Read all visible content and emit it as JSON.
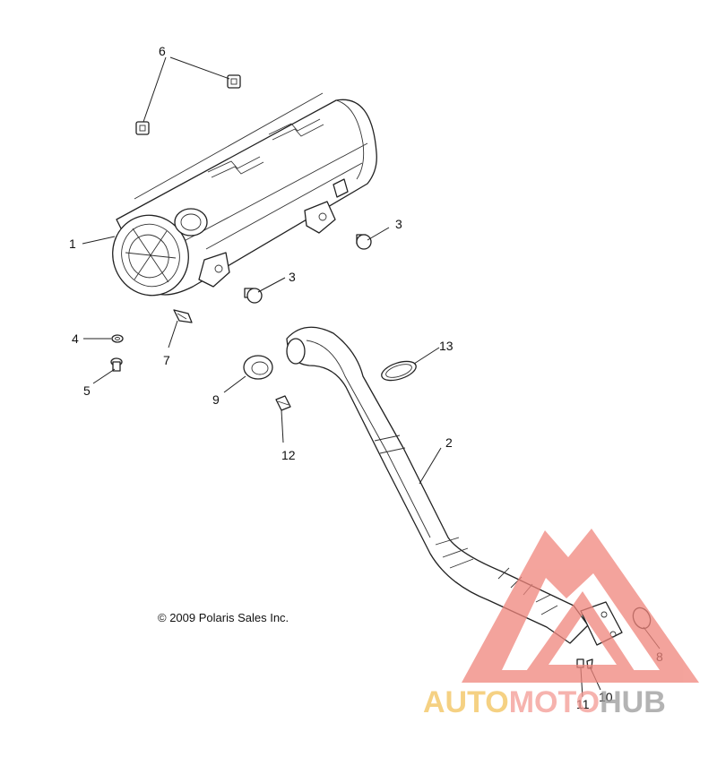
{
  "callouts": [
    {
      "id": "1",
      "label": "1"
    },
    {
      "id": "2",
      "label": "2"
    },
    {
      "id": "3a",
      "label": "3"
    },
    {
      "id": "3b",
      "label": "3"
    },
    {
      "id": "4",
      "label": "4"
    },
    {
      "id": "5",
      "label": "5"
    },
    {
      "id": "6",
      "label": "6"
    },
    {
      "id": "7",
      "label": "7"
    },
    {
      "id": "8",
      "label": "8"
    },
    {
      "id": "9",
      "label": "9"
    },
    {
      "id": "10",
      "label": "10"
    },
    {
      "id": "11",
      "label": "11"
    },
    {
      "id": "12",
      "label": "12"
    },
    {
      "id": "13",
      "label": "13"
    }
  ],
  "copyright": "© 2009 Polaris Sales Inc.",
  "watermark": {
    "part1": "AUTO",
    "part2": "MOTO",
    "part3": "HUB",
    "colors": {
      "auto": "#f2c25a",
      "moto": "#f49a94",
      "hub": "#9a9a9a",
      "triangle": "#f0857c"
    }
  }
}
